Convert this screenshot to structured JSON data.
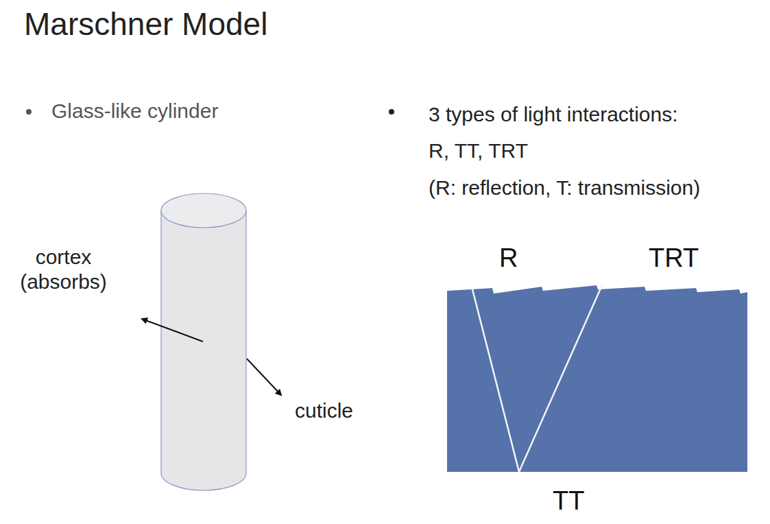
{
  "diagram": {
    "title": "Marschner Model",
    "labels": [
      "Glass-like cylinder",
      "3 types of light interactions: R, TT, TRT (R: reflection, T: transmission)",
      "cortex (absorbs)",
      "cuticle",
      "R",
      "TRT",
      "TT"
    ]
  }
}
